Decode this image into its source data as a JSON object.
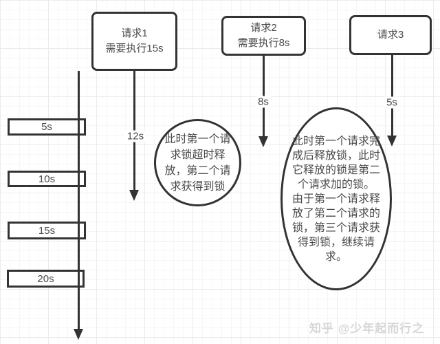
{
  "request_boxes": [
    {
      "label": "请求1\n需要执行15s"
    },
    {
      "label": "请求2\n需要执行8s"
    },
    {
      "label": "请求3"
    }
  ],
  "timeline": {
    "ticks": [
      "5s",
      "10s",
      "15s",
      "20s"
    ]
  },
  "edges": [
    {
      "label": "12s"
    },
    {
      "label": "8s"
    },
    {
      "label": "5s"
    }
  ],
  "annotations": {
    "circle": "此时第一个请求锁超时释放，第二个请求获得到锁",
    "oval": "此时第一个请求完成后释放锁，此时它释放的锁是第二个请求加的锁。\n由于第一个请求释放了第二个请求的锁，第三个请求获得到锁，继续请求。"
  },
  "watermark": {
    "text": "知乎 @少年起而行之"
  },
  "colors": {
    "stroke": "#333333",
    "text": "#4a4a4a",
    "watermark": "#d7d7d7"
  }
}
